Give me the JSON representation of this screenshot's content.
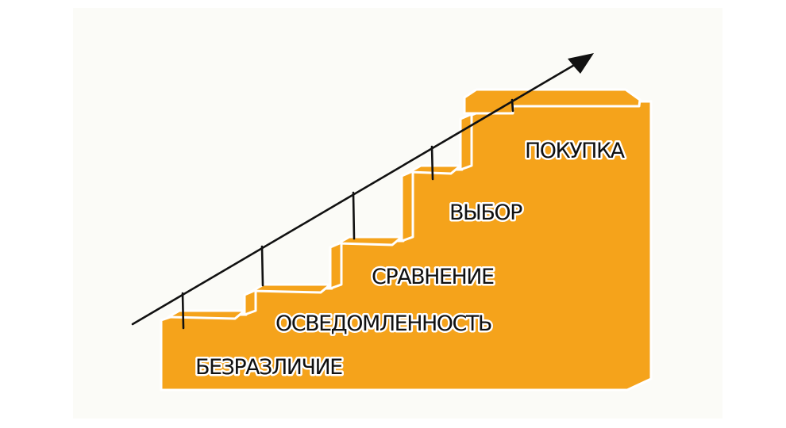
{
  "diagram": {
    "title": "",
    "stages": [
      {
        "label": "БЕЗРАЗЛИЧИЕ"
      },
      {
        "label": "ОСВЕДОМЛЕННОСТЬ"
      },
      {
        "label": "СРАВНЕНИЕ"
      },
      {
        "label": "ВЫБОР"
      },
      {
        "label": "ПОКУПКА"
      }
    ],
    "arrow_direction": "up-right",
    "colors": {
      "background": "#ffffff",
      "paper": "#fbfbf7",
      "stairs": "#f5a31b",
      "stairs_outline": "#ffffff",
      "ink": "#111111"
    }
  }
}
